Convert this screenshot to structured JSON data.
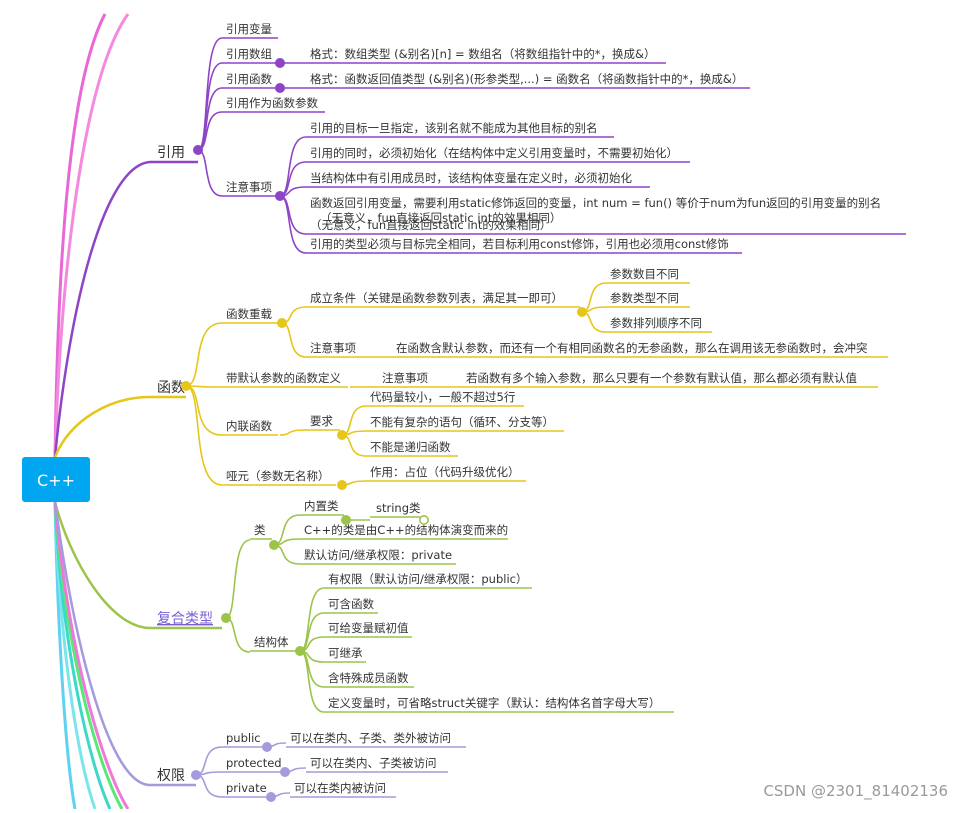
{
  "root": {
    "label": "C++",
    "color": "#00a6f0"
  },
  "watermark": "CSDN @2301_81402136",
  "colors": {
    "ref": "#8e44c6",
    "func": "#e6c619",
    "compound": "#9cc44a",
    "perm": "#a59adc",
    "edge1": "#e868d8",
    "edge2": "#f48ae0",
    "edge3": "#5fd2f0",
    "edge4": "#7ae6ec",
    "edge5": "#3cd8c8",
    "edge6": "#58e878"
  },
  "branches": {
    "ref": {
      "label": "引用",
      "items": {
        "ref_var": "引用变量",
        "ref_arr": "引用数组",
        "ref_arr_fmt": "格式：数组类型 (&别名)[n] = 数组名（将数组指针中的*，换成&）",
        "ref_fun": "引用函数",
        "ref_fun_fmt": "格式：函数返回值类型 (&别名)(形参类型,...) = 函数名（将函数指针中的*，换成&）",
        "ref_param": "引用作为函数参数",
        "notes": "注意事项",
        "n1": "引用的目标一旦指定，该别名就不能成为其他目标的别名",
        "n2": "引用的同时，必须初始化（在结构体中定义引用变量时，不需要初始化）",
        "n3": "当结构体中有引用成员时，该结构体变量在定义时，必须初始化",
        "n4a": "函数返回引用变量，需要利用static修饰返回的变量，int num = fun() 等价于num为fun返回的引用变量的别名",
        "n4b": "（无意义，fun直接返回static int的效果相同）",
        "n5": "引用的类型必须与目标完全相同，若目标利用const修饰，引用也必须用const修饰"
      }
    },
    "func": {
      "label": "函数",
      "items": {
        "overload": "函数重载",
        "cond": "成立条件（关键是函数参数列表，满足其一即可）",
        "c1": "参数数目不同",
        "c2": "参数类型不同",
        "c3": "参数排列顺序不同",
        "ov_note": "注意事项",
        "ov_note_text": "在函数含默认参数，而还有一个有相同函数名的无参函数，那么在调用该无参函数时，会冲突",
        "default": "带默认参数的函数定义",
        "def_note": "注意事项",
        "def_note_text": "若函数有多个输入参数，那么只要有一个参数有默认值，那么都必须有默认值",
        "inline": "内联函数",
        "req": "要求",
        "r1": "代码量较小，一般不超过5行",
        "r2": "不能有复杂的语句（循环、分支等）",
        "r3": "不能是递归函数",
        "dummy": "哑元（参数无名称）",
        "dummy_use": "作用：占位（代码升级优化）"
      }
    },
    "compound": {
      "label": "复合类型",
      "items": {
        "cls": "类",
        "builtin": "内置类",
        "string_cls": "string类",
        "cls_origin": "C++的类是由C++的结构体演变而来的",
        "cls_default": "默认访问/继承权限：private",
        "struct": "结构体",
        "s1": "有权限（默认访问/继承权限：public）",
        "s2": "可含函数",
        "s3": "可给变量赋初值",
        "s4": "可继承",
        "s5": "含特殊成员函数",
        "s6": "定义变量时，可省略struct关键字（默认：结构体名首字母大写）"
      }
    },
    "perm": {
      "label": "权限",
      "items": {
        "pub": "public",
        "pub_d": "可以在类内、子类、类外被访问",
        "pro": "protected",
        "pro_d": "可以在类内、子类被访问",
        "pri": "private",
        "pri_d": "可以在类内被访问"
      }
    }
  }
}
